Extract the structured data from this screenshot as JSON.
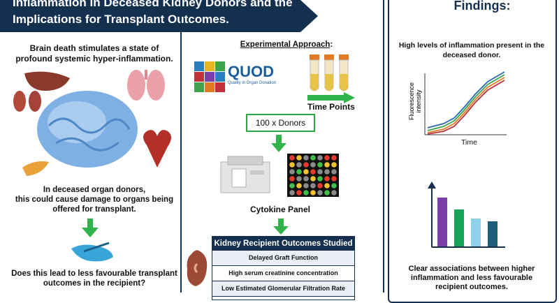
{
  "banner": {
    "title_line1": "Inflammation in Deceased Kidney Donors and the",
    "title_line2": "Implications for Transplant Outcomes."
  },
  "left": {
    "heading_line1": "Brain death stimulates a state of",
    "heading_line2": "profound systemic hyper-inflammation.",
    "middle_line1": "In deceased organ donors,",
    "middle_line2": "this could cause damage to organs being",
    "middle_line3": "offered for transplant.",
    "question_line1": "Does this lead to less favourable transplant",
    "question_line2": "outcomes in the recipient?"
  },
  "middle": {
    "approach_title": "Experimental Approach",
    "approach_colon": ":",
    "quod_logo": "QUOD",
    "quod_sub": "Quality in Organ Donation",
    "time_points": "Time Points",
    "donors": "100 x Donors",
    "cytokine_panel": "Cytokine Panel",
    "outcomes_header": "Kidney Recipient Outcomes Studied",
    "outcomes": [
      "Delayed Graft Function",
      "High serum creatinine concentration",
      "Low Estimated Glomerular Filtration Rate"
    ]
  },
  "right": {
    "title": "Findings:",
    "finding1_line1": "High levels of inflammation present in the",
    "finding1_line2": "deceased donor.",
    "ylabel_line1": "Fluorescence",
    "ylabel_line2": "intensity",
    "xlabel": "Time",
    "finding2_line1": "Clear associations between higher",
    "finding2_line2": "inflammation and less favourable",
    "finding2_line3": "recipient outcomes."
  },
  "colors": {
    "navy": "#15304f",
    "green": "#2fb34a",
    "bar_purple": "#7a3fa8",
    "bar_green": "#19a35a",
    "bar_light_blue": "#8fd0ea",
    "bar_teal": "#1f5f7a"
  }
}
